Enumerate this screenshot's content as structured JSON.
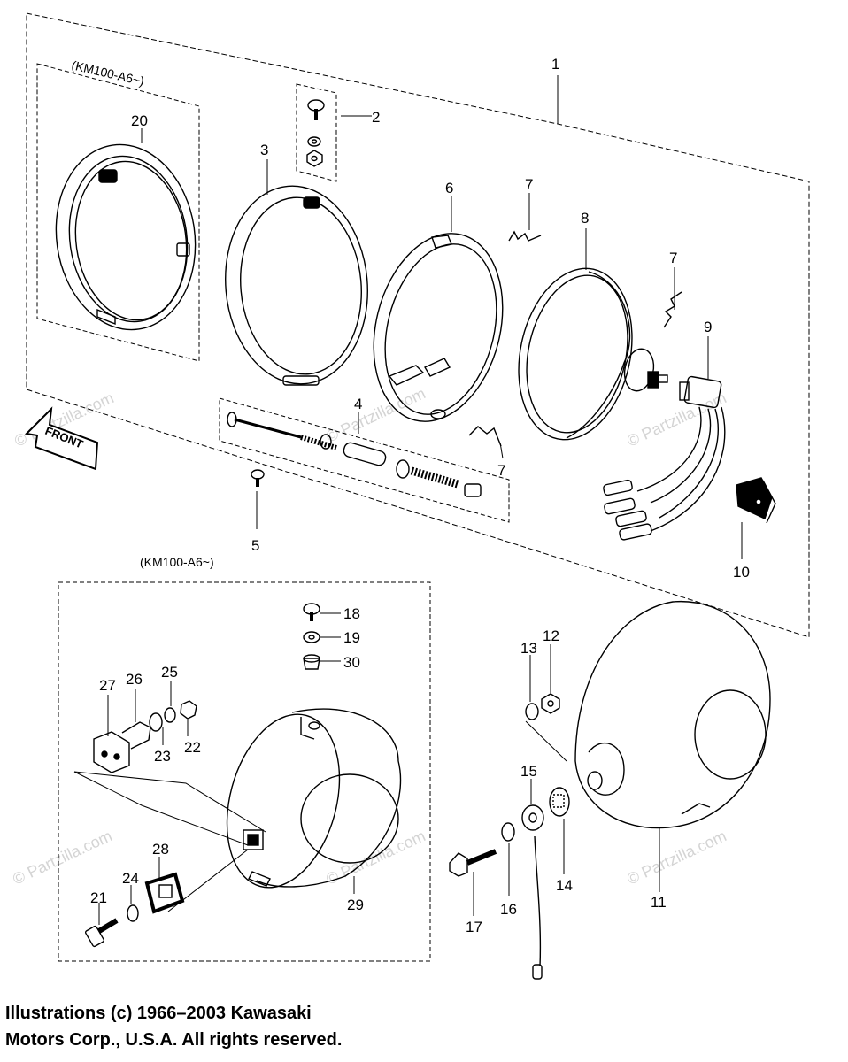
{
  "diagram": {
    "callouts": [
      "1",
      "2",
      "3",
      "4",
      "5",
      "6",
      "7",
      "7",
      "7",
      "8",
      "9",
      "10",
      "11",
      "12",
      "13",
      "14",
      "15",
      "16",
      "17",
      "18",
      "19",
      "20",
      "21",
      "22",
      "23",
      "24",
      "25",
      "26",
      "27",
      "28",
      "29",
      "30"
    ],
    "variant_labels": [
      "(KM100-A6~)",
      "(KM100-A6~)"
    ],
    "front_label": "FRONT",
    "watermark_text": "© Partzilla.com"
  },
  "footer": {
    "line1": "Illustrations (c) 1966–2003 Kawasaki",
    "line2": "Motors Corp., U.S.A.  All rights reserved."
  }
}
